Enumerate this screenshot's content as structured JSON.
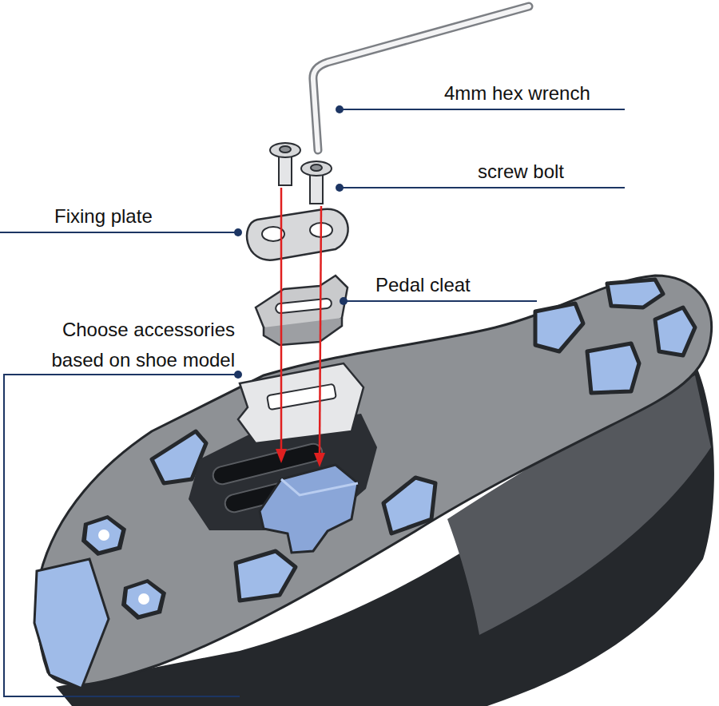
{
  "diagram": {
    "labels": [
      "4mm hex wrench",
      "screw bolt",
      "Fixing plate",
      "Pedal cleat",
      "Choose accessories based on shoe model"
    ]
  }
}
